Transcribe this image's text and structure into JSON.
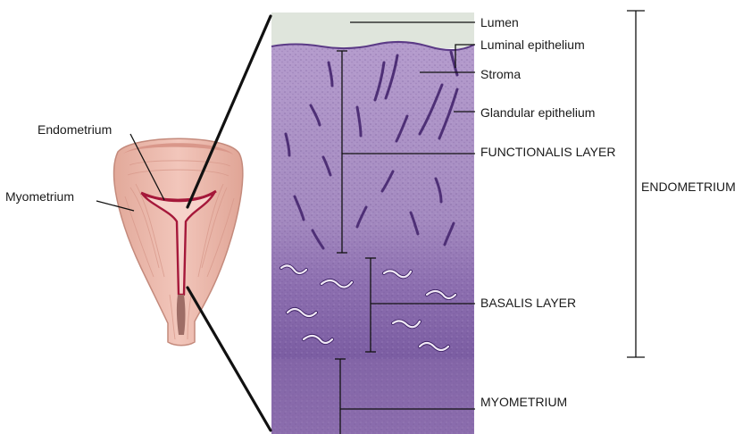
{
  "labels": {
    "lumen": "Lumen",
    "luminal_epithelium": "Luminal epithelium",
    "stroma": "Stroma",
    "glandular_epithelium": "Glandular epithelium",
    "functionalis_layer": "FUNCTIONALIS LAYER",
    "endometrium_bracket": "ENDOMETRIUM",
    "basalis_layer": "BASALIS LAYER",
    "myometrium_layer": "MYOMETRIUM",
    "endometrium_small": "Endometrium",
    "myometrium_small": "Myometrium"
  },
  "colors": {
    "uterus_outer": "#e9b7a9",
    "uterus_inner": "#f3c9bf",
    "endometrium_line": "#a5183a",
    "histology_functionalis": "#a48ac0",
    "histology_basalis": "#7a5a9e",
    "lumen": "#dfe5dc",
    "leader_line": "#111111"
  }
}
